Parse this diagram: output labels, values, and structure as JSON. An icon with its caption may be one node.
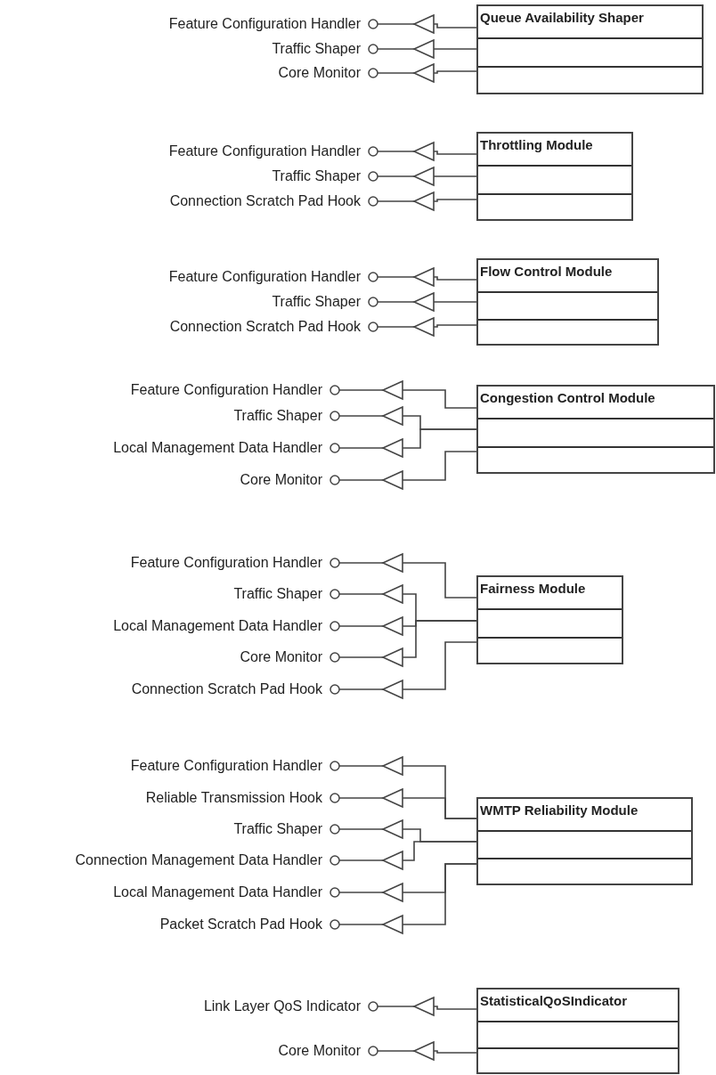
{
  "diagram": {
    "nodes": [
      {
        "text": [
          "Feature Configuration Handler"
        ]
      },
      {
        "text": [
          "Traffic Shaper"
        ]
      },
      {
        "text": [
          "Core Monitor"
        ]
      },
      {
        "text": [
          "Queue Availability Shaper"
        ]
      },
      {
        "text": [
          "Feature Configuration Handler"
        ]
      },
      {
        "text": [
          "Traffic Shaper"
        ]
      },
      {
        "text": [
          "Connection Scratch Pad Hook"
        ]
      },
      {
        "text": [
          "Throttling Module"
        ]
      },
      {
        "text": [
          "Feature Configuration Handler"
        ]
      },
      {
        "text": [
          "Traffic Shaper"
        ]
      },
      {
        "text": [
          "Connection Scratch Pad Hook"
        ]
      },
      {
        "text": [
          "Flow Control Module"
        ]
      },
      {
        "text": [
          "Feature Configuration Handler"
        ]
      },
      {
        "text": [
          "Traffic Shaper"
        ]
      },
      {
        "text": [
          "Local Management Data Handler"
        ]
      },
      {
        "text": [
          "Core Monitor"
        ]
      },
      {
        "text": [
          "Congestion Control Module"
        ]
      },
      {
        "text": [
          "Feature Configuration Handler"
        ]
      },
      {
        "text": [
          "Traffic Shaper"
        ]
      },
      {
        "text": [
          "Local Management Data Handler"
        ]
      },
      {
        "text": [
          "Core Monitor"
        ]
      },
      {
        "text": [
          "Connection Scratch Pad Hook"
        ]
      },
      {
        "text": [
          "Fairness Module"
        ]
      },
      {
        "text": [
          "Feature Configuration Handler"
        ]
      },
      {
        "text": [
          "Reliable Transmission Hook"
        ]
      },
      {
        "text": [
          "Traffic Shaper"
        ]
      },
      {
        "text": [
          "Connection Management Data Handler"
        ]
      },
      {
        "text": [
          "Local Management Data Handler"
        ]
      },
      {
        "text": [
          "Packet Scratch Pad Hook"
        ]
      },
      {
        "text": [
          "WMTP Reliability Module"
        ]
      },
      {
        "text": [
          "Link Layer QoS Indicator"
        ]
      },
      {
        "text": [
          "Core Monitor"
        ]
      },
      {
        "text": [
          "StatisticalQoSIndicator"
        ]
      }
    ],
    "edges": [
      {
        "from": 3,
        "to": 0,
        "arrow": "to"
      },
      {
        "from": 3,
        "to": 1,
        "arrow": "to"
      },
      {
        "from": 3,
        "to": 2,
        "arrow": "to"
      },
      {
        "from": 7,
        "to": 4,
        "arrow": "to"
      },
      {
        "from": 7,
        "to": 5,
        "arrow": "to"
      },
      {
        "from": 7,
        "to": 6,
        "arrow": "to"
      },
      {
        "from": 11,
        "to": 8,
        "arrow": "to"
      },
      {
        "from": 11,
        "to": 9,
        "arrow": "to"
      },
      {
        "from": 11,
        "to": 10,
        "arrow": "to"
      },
      {
        "from": 16,
        "to": 12,
        "arrow": "to"
      },
      {
        "from": 16,
        "to": 13,
        "arrow": "to"
      },
      {
        "from": 16,
        "to": 14,
        "arrow": "to"
      },
      {
        "from": 16,
        "to": 15,
        "arrow": "to"
      },
      {
        "from": 22,
        "to": 17,
        "arrow": "to"
      },
      {
        "from": 22,
        "to": 18,
        "arrow": "to"
      },
      {
        "from": 22,
        "to": 19,
        "arrow": "to"
      },
      {
        "from": 22,
        "to": 20,
        "arrow": "to"
      },
      {
        "from": 22,
        "to": 21,
        "arrow": "to"
      },
      {
        "from": 29,
        "to": 23,
        "arrow": "to"
      },
      {
        "from": 29,
        "to": 24,
        "arrow": "to"
      },
      {
        "from": 29,
        "to": 25,
        "arrow": "to"
      },
      {
        "from": 29,
        "to": 26,
        "arrow": "to"
      },
      {
        "from": 29,
        "to": 27,
        "arrow": "to"
      },
      {
        "from": 29,
        "to": 28,
        "arrow": "to"
      },
      {
        "from": 32,
        "to": 30,
        "arrow": "to"
      },
      {
        "from": 32,
        "to": 31,
        "arrow": "to"
      }
    ]
  }
}
